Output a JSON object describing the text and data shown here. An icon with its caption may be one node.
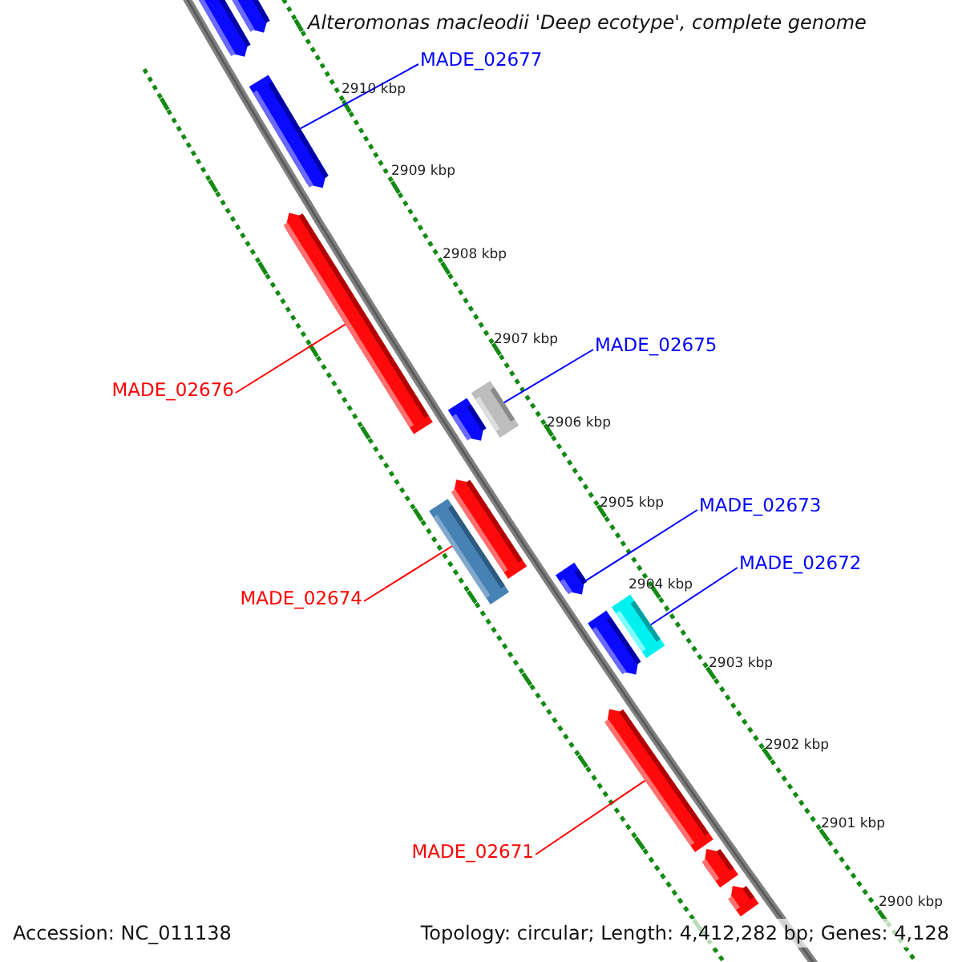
{
  "diagram": {
    "title": "Alteromonas macleodii 'Deep ecotype', complete genome",
    "nodes": [
      {
        "text": [],
        "shape": "pentagon"
      },
      {
        "text": [],
        "shape": "pentagon"
      },
      {
        "text": [
          "MADE_02677"
        ]
      },
      {
        "text": [],
        "shape": "pentagon"
      },
      {
        "text": [],
        "shape": "pentagon"
      },
      {
        "text": [
          "MADE_02675"
        ]
      },
      {
        "text": [],
        "shape": "pentagon"
      },
      {
        "text": [],
        "shape": "bar"
      },
      {
        "text": [
          "MADE_02676"
        ]
      },
      {
        "text": [],
        "shape": "pentagon"
      },
      {
        "text": [],
        "shape": "bar"
      },
      {
        "text": [
          "MADE_02673"
        ]
      },
      {
        "text": [],
        "shape": "pentagon"
      },
      {
        "text": [
          "MADE_02674"
        ]
      },
      {
        "text": [
          "MADE_02672"
        ]
      },
      {
        "text": [],
        "shape": "pentagon"
      },
      {
        "text": [],
        "shape": "bar"
      },
      {
        "text": [
          "MADE_02671"
        ]
      },
      {
        "text": [],
        "shape": "pentagon"
      },
      {
        "text": [],
        "shape": "pentagon"
      },
      {
        "text": [],
        "shape": "pentagon"
      }
    ],
    "edges": [
      {
        "from": 2,
        "to": 3,
        "arrow": "none"
      },
      {
        "from": 5,
        "to": 7,
        "arrow": "none"
      },
      {
        "from": 8,
        "to": 4,
        "arrow": "none",
        "color": "#ff0000"
      },
      {
        "from": 11,
        "to": 12,
        "arrow": "none"
      },
      {
        "from": 13,
        "to": 10,
        "arrow": "none",
        "color": "#ff0000"
      },
      {
        "from": 14,
        "to": 16,
        "arrow": "none"
      },
      {
        "from": 17,
        "to": 18,
        "arrow": "none",
        "color": "#ff0000"
      }
    ],
    "labels": [
      "2910 kbp",
      "2909 kbp",
      "2908 kbp",
      "2907 kbp",
      "2906 kbp",
      "2905 kbp",
      "2904 kbp",
      "2903 kbp",
      "2902 kbp",
      "2901 kbp",
      "2900 kbp",
      "Accession: NC_011138",
      "Topology: circular; Length: 4,412,282 bp; Genes: 4,128"
    ]
  }
}
